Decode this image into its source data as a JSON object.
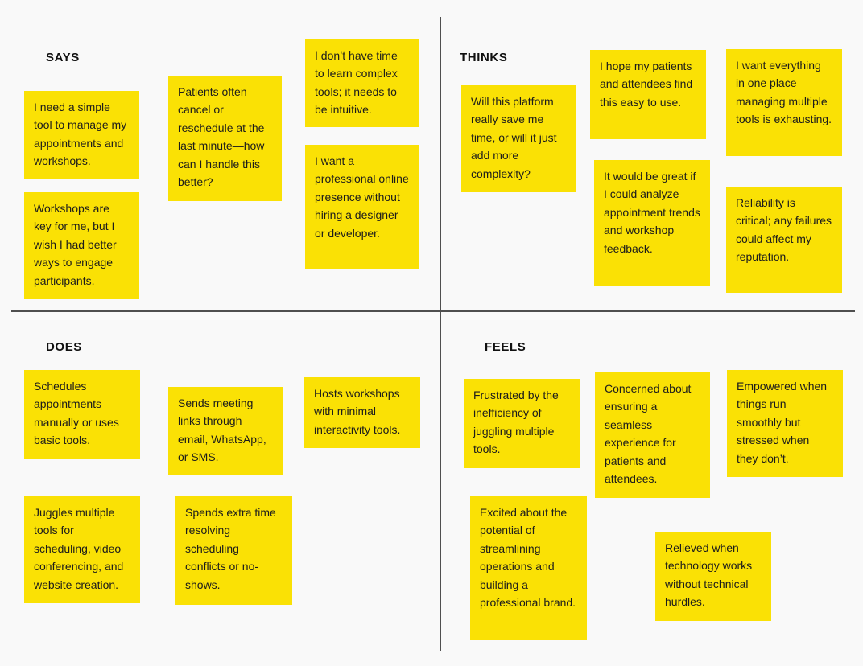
{
  "board": {
    "type": "empathy-map"
  },
  "colors": {
    "background": "#f9f9f9",
    "note": "#fae105",
    "note_text": "#1c1c1c",
    "divider": "#4f4f4f",
    "title_text": "#111111"
  },
  "quadrants": {
    "says": {
      "title": "SAYS",
      "notes": [
        "I need a simple tool to manage my appointments and workshops.",
        "Workshops are key for me, but I wish I had better ways to engage participants.",
        "Patients often cancel or reschedule at the last minute—how can I handle this better?",
        "I don’t have time to learn complex tools; it needs to be intuitive.",
        "I want a professional online presence without hiring a designer or developer."
      ]
    },
    "thinks": {
      "title": "THINKS",
      "notes": [
        "Will this platform really save me time, or will it just add more complexity?",
        "I hope my patients and attendees find this easy to use.",
        "It would be great if I could analyze appointment trends and workshop feedback.",
        "I want everything in one place—managing multiple tools is exhausting.",
        "Reliability is critical; any failures could affect my reputation."
      ]
    },
    "does": {
      "title": "DOES",
      "notes": [
        "Schedules appointments manually or uses basic tools.",
        "Juggles multiple tools for scheduling, video conferencing, and website creation.",
        "Sends meeting links through email, WhatsApp, or SMS.",
        "Spends extra time resolving scheduling conflicts or no-shows.",
        "Hosts workshops with minimal interactivity tools."
      ]
    },
    "feels": {
      "title": "FEELS",
      "notes": [
        "Frustrated by the inefficiency of juggling multiple tools.",
        "Concerned about ensuring a seamless experience for patients and attendees.",
        "Excited about the potential of streamlining operations and building a professional brand.",
        "Relieved when technology works without technical hurdles.",
        "Empowered when things run smoothly but stressed when they don’t."
      ]
    }
  }
}
